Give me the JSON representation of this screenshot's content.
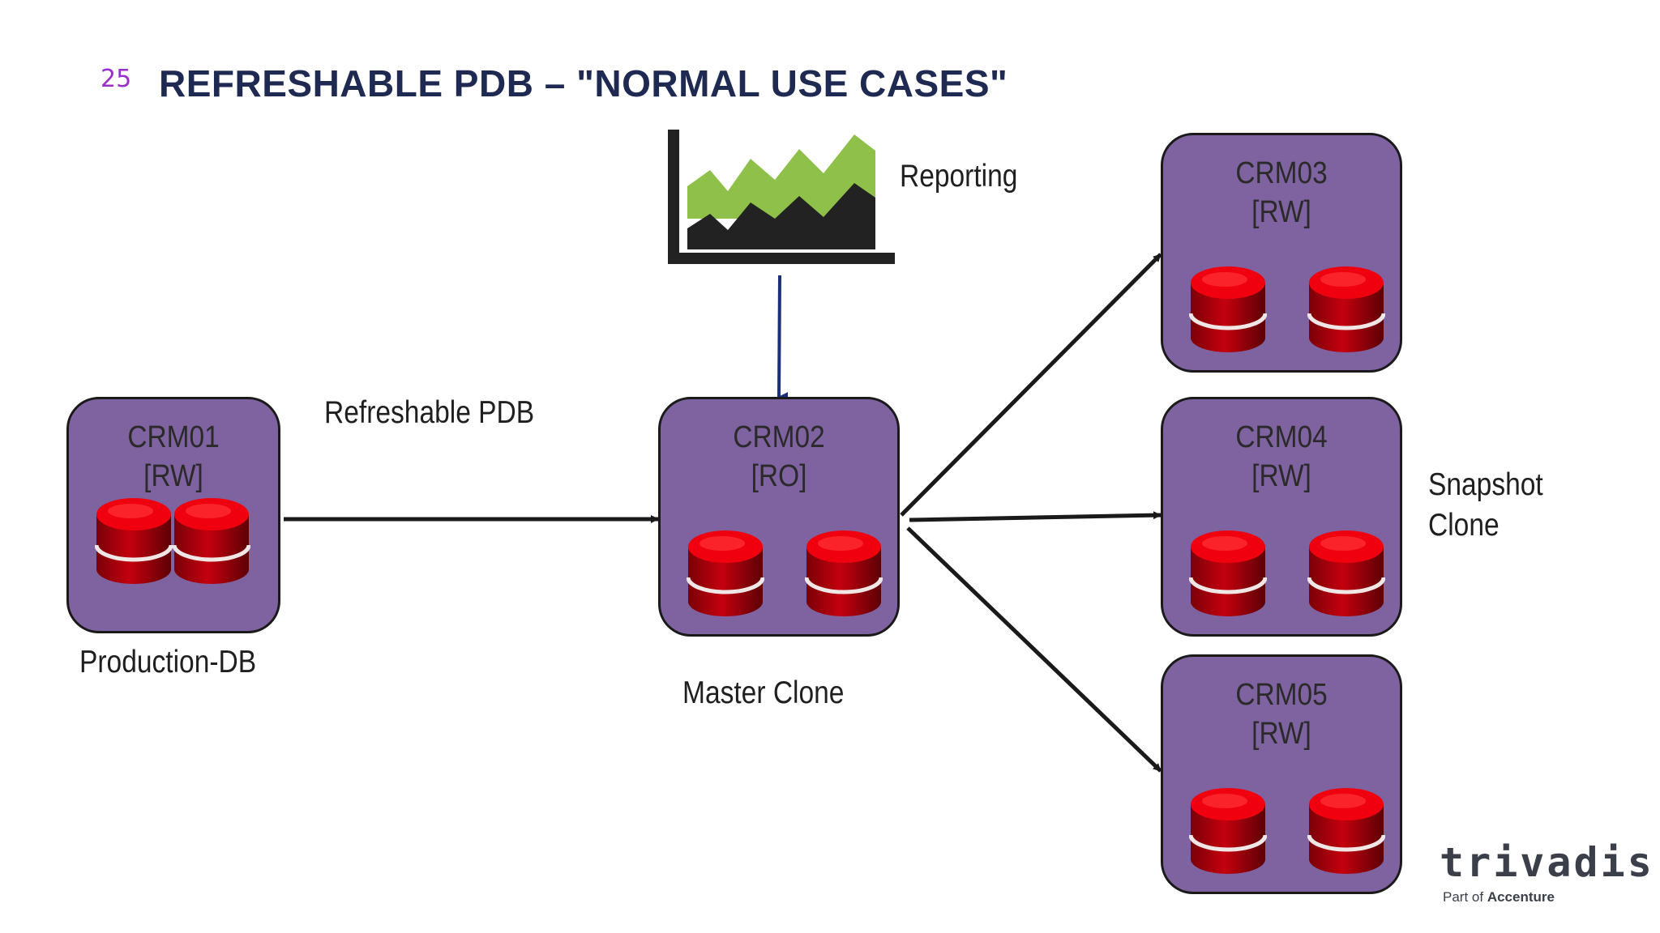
{
  "slide": {
    "number": "25",
    "title": "REFRESHABLE PDB – \"NORMAL USE CASES\""
  },
  "nodes": [
    {
      "id": "crm01",
      "name": "CRM01",
      "mode": "[RW]"
    },
    {
      "id": "crm02",
      "name": "CRM02",
      "mode": "[RO]"
    },
    {
      "id": "crm03",
      "name": "CRM03",
      "mode": "[RW]"
    },
    {
      "id": "crm04",
      "name": "CRM04",
      "mode": "[RW]"
    },
    {
      "id": "crm05",
      "name": "CRM05",
      "mode": "[RW]"
    }
  ],
  "labels": {
    "production_db": "Production-DB",
    "refreshable_pdb": "Refreshable PDB",
    "master_clone": "Master Clone",
    "reporting": "Reporting",
    "snapshot_line1": "Snapshot",
    "snapshot_line2": "Clone"
  },
  "edges": [
    {
      "from": "crm01",
      "to": "crm02"
    },
    {
      "from": "reporting",
      "to": "crm02"
    },
    {
      "from": "crm02",
      "to": "crm03"
    },
    {
      "from": "crm02",
      "to": "crm04"
    },
    {
      "from": "crm02",
      "to": "crm05"
    }
  ],
  "logo": {
    "name": "trivadis",
    "tagline_prefix": "Part of",
    "tagline_brand": "Accenture"
  },
  "colors": {
    "title": "#1f2a52",
    "slide_number": "#9b2fc9",
    "node_fill": "#7f63a0",
    "database": "#d40010",
    "chart_green": "#8fc04a",
    "chart_dark": "#222222",
    "arrow_blue": "#1b2f7a"
  },
  "icons": {
    "database": "database-cylinder-icon",
    "reporting": "area-chart-icon"
  }
}
